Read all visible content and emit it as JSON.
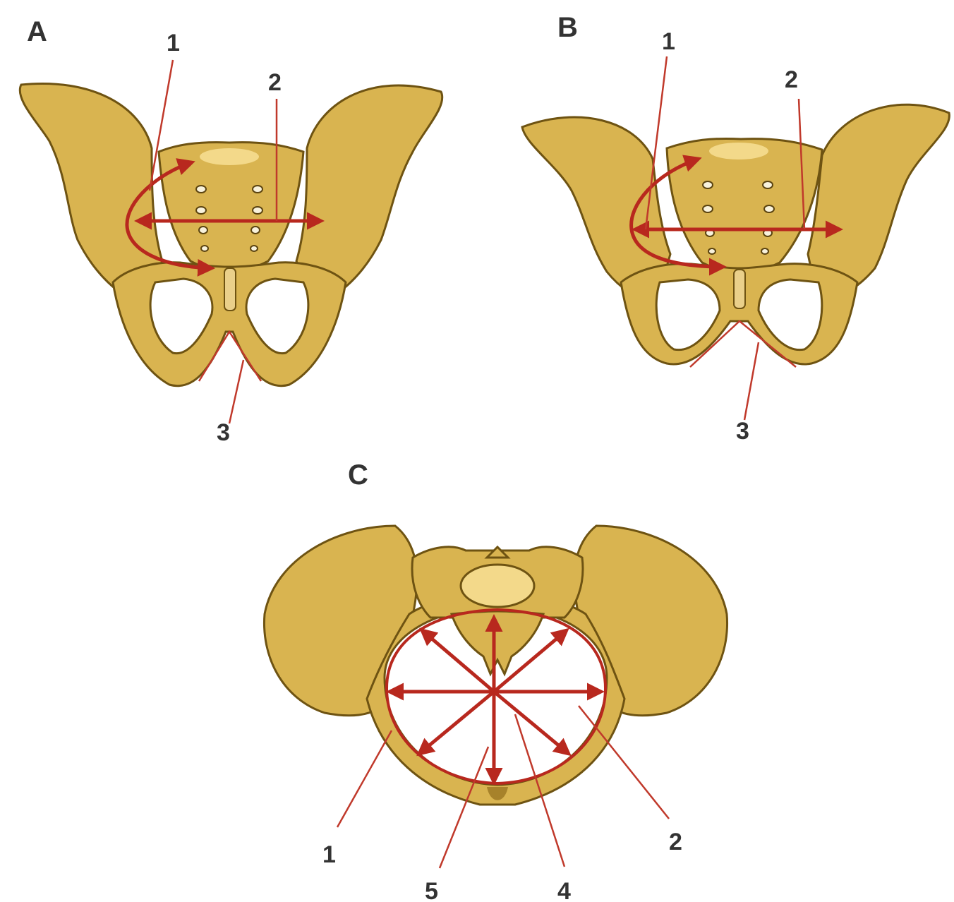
{
  "panels": {
    "a": {
      "letter": "A",
      "labels": {
        "l1": "1",
        "l2": "2",
        "l3": "3"
      }
    },
    "b": {
      "letter": "B",
      "labels": {
        "l1": "1",
        "l2": "2",
        "l3": "3"
      }
    },
    "c": {
      "letter": "C",
      "labels": {
        "l1": "1",
        "l2": "2",
        "l4": "4",
        "l5": "5"
      }
    }
  },
  "colors": {
    "bone": "#d9b450",
    "bone_highlight": "#f3d98a",
    "bone_shadow": "#a7822a",
    "annotation": "#b8281e",
    "label_text": "#333333"
  }
}
